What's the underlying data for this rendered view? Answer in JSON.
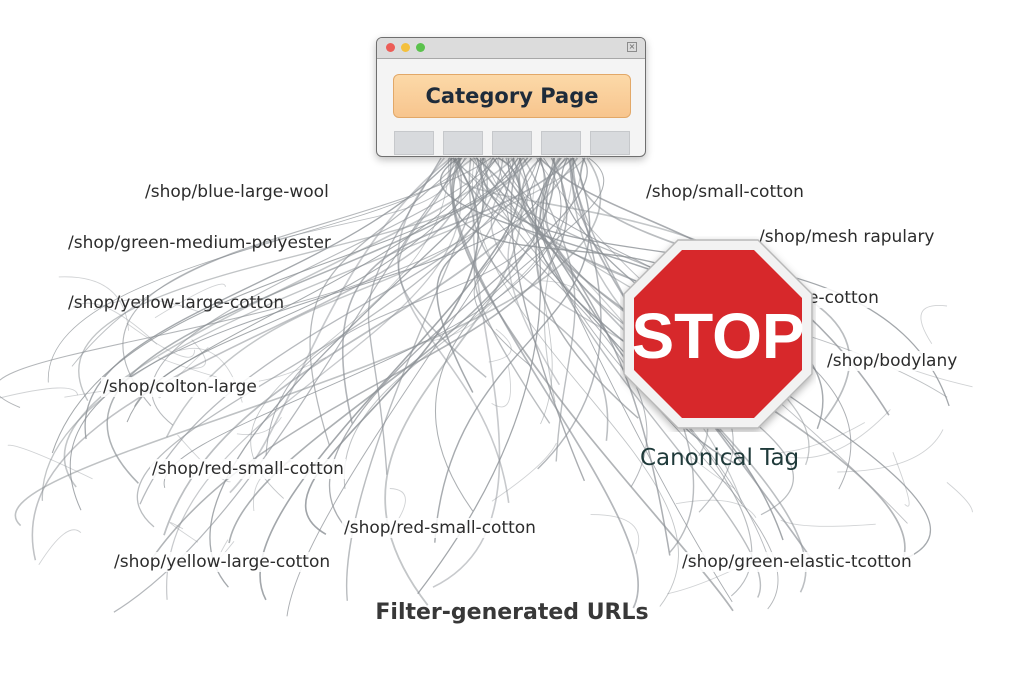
{
  "window": {
    "title_button": "Category Page",
    "close_glyph": "×"
  },
  "urls": [
    "/shop/blue-large-wool",
    "/shop/green-medium-polyester",
    "/shop/yellow-large-cotton",
    "/shop/colton-large",
    "/shop/red-small-cotton",
    "/shop/red-small-cotton",
    "/shop/yellow-large-cotton",
    "/shop/small-cotton",
    "/shop/mesh rapulary",
    "e-cotton",
    "/shop/bodylany",
    "/shop/green-elastic-tcotton"
  ],
  "stop_sign": {
    "text": "STOP",
    "label": "Canonical Tag",
    "color": "#d7282b"
  },
  "caption": "Filter-generated URLs",
  "colors": {
    "thread": "#8a8f94",
    "button_fill": "#f9cf9b",
    "window_frame": "#6f6f6f"
  }
}
